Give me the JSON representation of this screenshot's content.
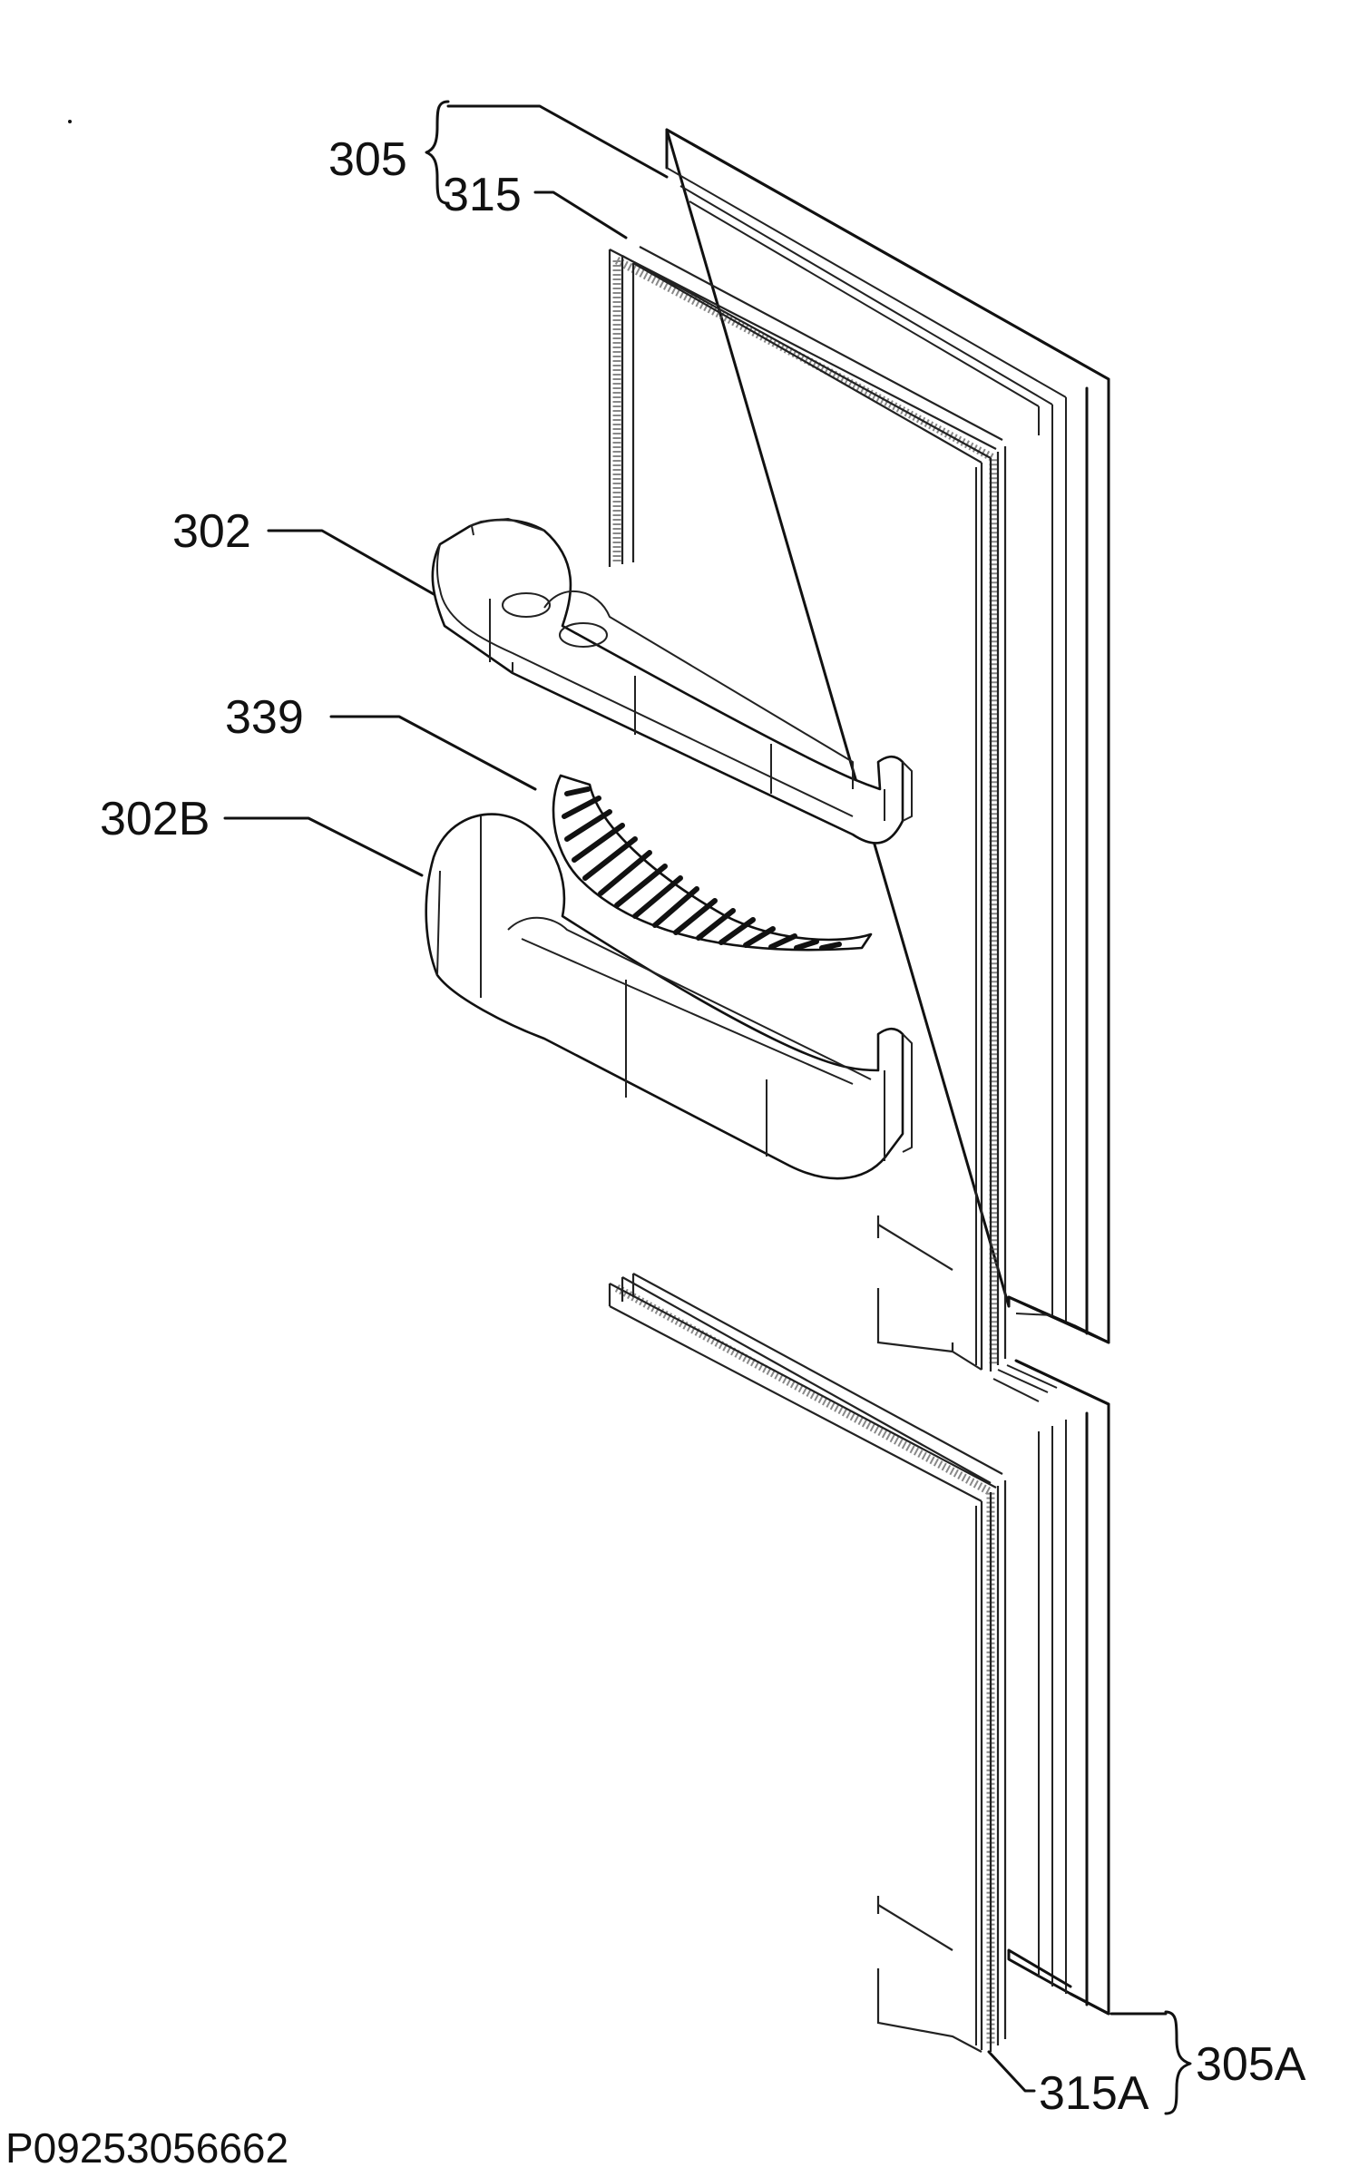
{
  "diagram": {
    "labels": {
      "p305": "305",
      "p315": "315",
      "p302": "302",
      "p339": "339",
      "p302b": "302B",
      "p305a": "305A",
      "p315a": "315A"
    },
    "drawing_code": "P09253056662"
  }
}
